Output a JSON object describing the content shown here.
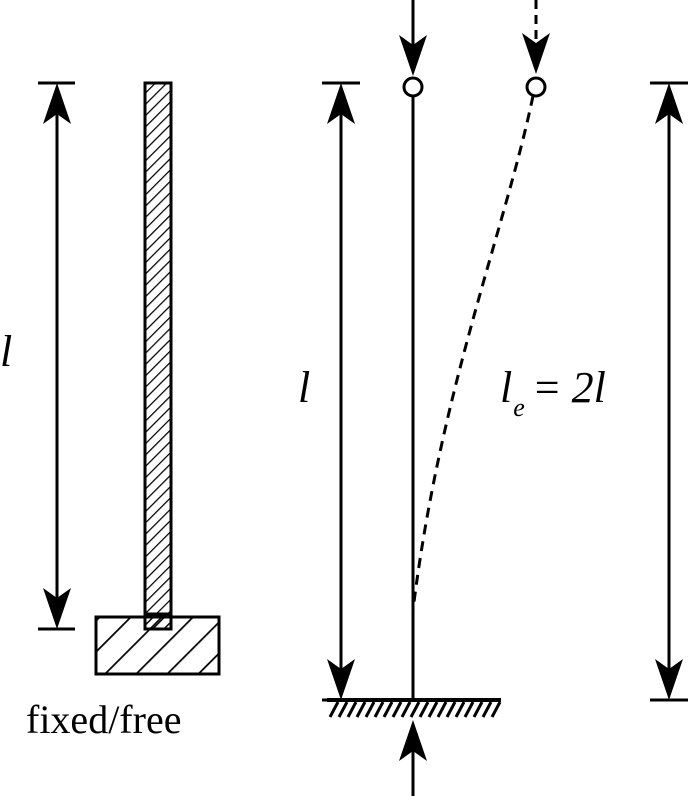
{
  "diagram": {
    "left_length_label": "l",
    "middle_length_label": "l",
    "effective_length": {
      "symbol": "l",
      "subscript": "e",
      "equals": "=",
      "value": "2l"
    },
    "caption": "fixed/free"
  },
  "colors": {
    "stroke": "#000000",
    "background": "#ffffff"
  }
}
